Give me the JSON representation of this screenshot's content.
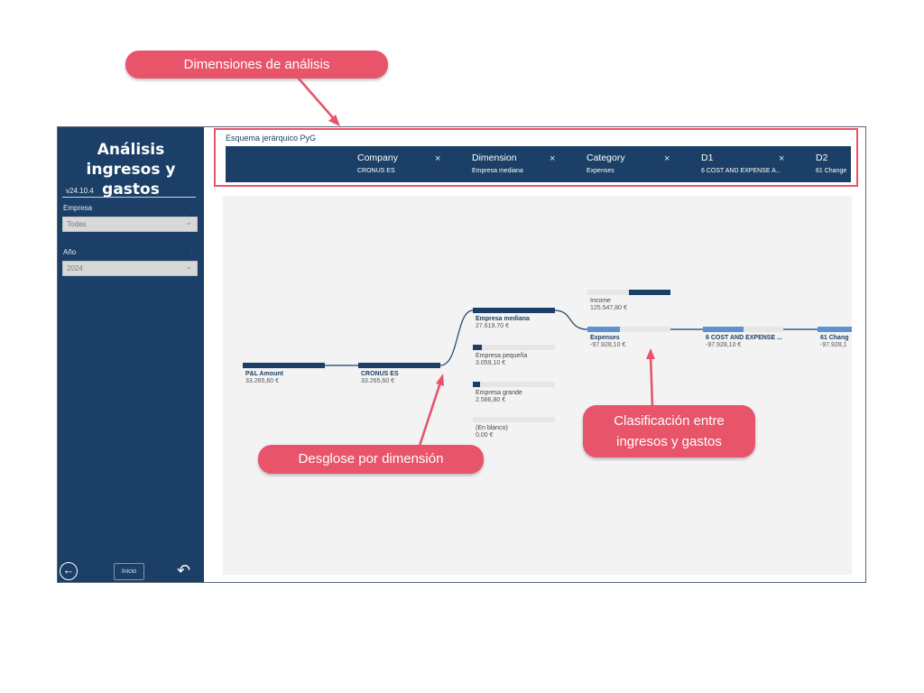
{
  "app": {
    "title": "Análisis ingresos y gastos",
    "version": "v24.10.4"
  },
  "filters": [
    {
      "label": "Empresa",
      "value": "Todas"
    },
    {
      "label": "Año",
      "value": "2024"
    }
  ],
  "sidebar_footer": {
    "home_label": "Inicio",
    "back_icon": "arrow-left-circle-icon",
    "undo_icon": "undo-icon"
  },
  "visual": {
    "title": "Esquema jerárquico PyG",
    "columns": [
      {
        "name": "Company",
        "value": "CRONUS ES"
      },
      {
        "name": "Dimension",
        "value": "Empresa mediana"
      },
      {
        "name": "Category",
        "value": "Expenses"
      },
      {
        "name": "D1",
        "value": "6 COST AND EXPENSE A..."
      },
      {
        "name": "D2",
        "value": "61 Change"
      }
    ],
    "remove_glyph": "×"
  },
  "tree": {
    "root": {
      "name": "P&L Amount",
      "value": "33.265,60 €",
      "fill": 1.0
    },
    "company": {
      "name": "CRONUS ES",
      "value": "33.265,60 €",
      "fill": 1.0
    },
    "dimension": [
      {
        "name": "Empresa mediana",
        "value": "27.619,70 €",
        "fill": 1.0,
        "selected": true
      },
      {
        "name": "Empresa pequeña",
        "value": "3.059,10 €",
        "fill": 0.11
      },
      {
        "name": "Empresa grande",
        "value": "2.586,80 €",
        "fill": 0.09
      },
      {
        "name": "(En blanco)",
        "value": "0,00 €",
        "fill": 0.0
      }
    ],
    "category": [
      {
        "name": "Income",
        "value": "125.547,80 €",
        "fill": 1.0,
        "positive": true
      },
      {
        "name": "Expenses",
        "value": "-97.928,10 €",
        "fill": 0.78,
        "selected": true
      }
    ],
    "d1": {
      "name": "6 COST AND EXPENSE ...",
      "value": "-97.928,10 €"
    },
    "d2": {
      "name": "61 Chang",
      "value": "-97.928,1"
    }
  },
  "callouts": {
    "dimensions": "Dimensiones de análisis",
    "breakdown": "Desglose por dimensión",
    "classification_line1": "Clasificación entre",
    "classification_line2": "ingresos y gastos"
  },
  "colors": {
    "accent": "#e8546a",
    "brand": "#1b3f66",
    "bar_light": "#5b92cf"
  }
}
